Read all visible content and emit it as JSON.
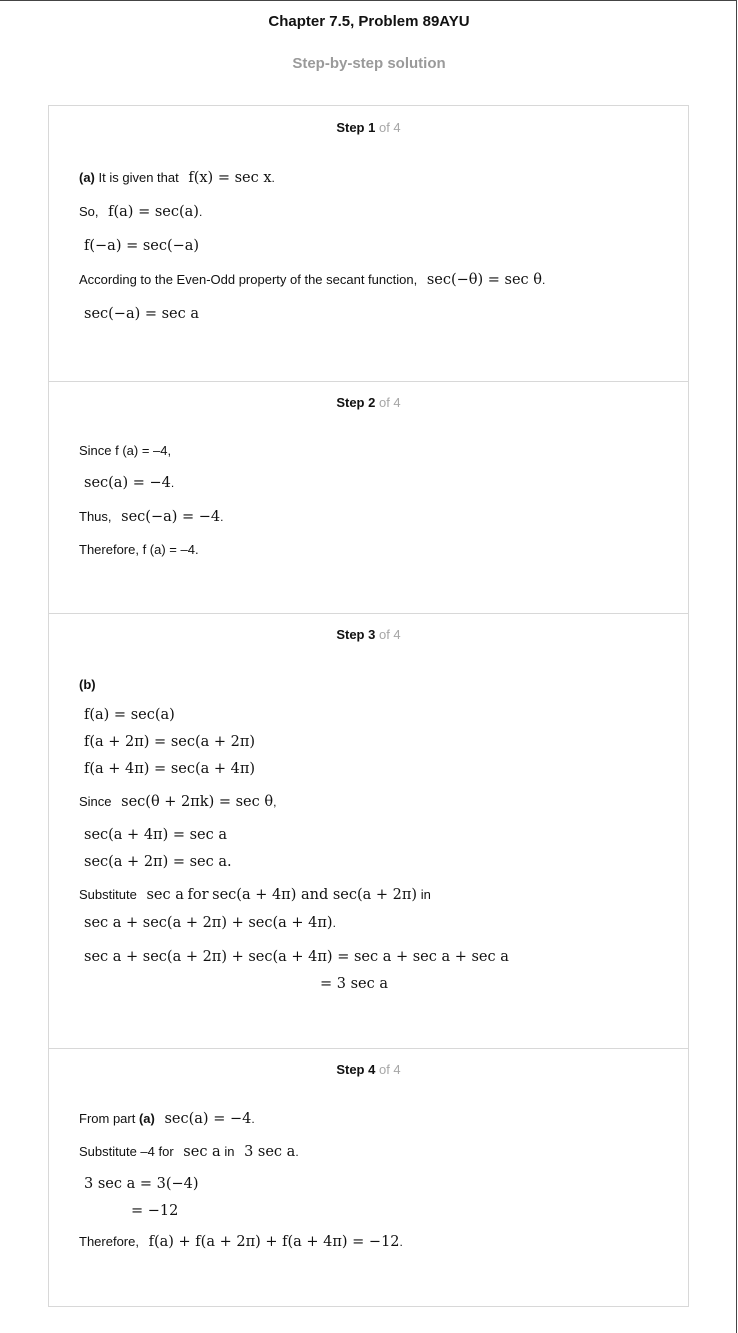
{
  "header": {
    "title": "Chapter 7.5, Problem 89AYU",
    "subtitle": "Step-by-step solution"
  },
  "step_of": "of 4",
  "steps": [
    {
      "label": "Step 1",
      "lines": [
        {
          "prefix_bold": "(a)",
          "text": "It is given that",
          "math": "f(x) = sec x",
          "punct": "."
        },
        {
          "text": "So,",
          "math": "f(a) = sec(a)",
          "punct": "."
        },
        {
          "math": "f(−a) = sec(−a)"
        },
        {
          "text": "According to the Even-Odd property of the secant function,",
          "math": "sec(−θ) = sec θ",
          "punct": "."
        },
        {
          "math": "sec(−a) = sec a"
        }
      ]
    },
    {
      "label": "Step 2",
      "lines": [
        {
          "text": "Since f (a) = –4,"
        },
        {
          "math": "sec(a) = −4",
          "punct": "."
        },
        {
          "text": "Thus,",
          "math": "sec(−a) = −4",
          "punct": "."
        },
        {
          "text": "Therefore, f (a) = –4."
        }
      ]
    },
    {
      "label": "Step 3",
      "lines": [
        {
          "prefix_bold": "(b)"
        },
        {
          "math": "f(a) = sec(a)"
        },
        {
          "math": "f(a + 2π) = sec(a + 2π)"
        },
        {
          "math": "f(a + 4π) = sec(a + 4π)"
        },
        {
          "text": "Since",
          "math": "sec(θ + 2πk) = sec θ",
          "punct": ","
        },
        {
          "math": "sec(a + 4π) = sec a"
        },
        {
          "math": "sec(a + 2π) = sec a."
        },
        {
          "text": "Substitute",
          "math": "sec a",
          "text2": "for",
          "math2": "sec(a + 4π) and sec(a + 2π)",
          "text3": "in"
        },
        {
          "math": "sec a + sec(a + 2π) + sec(a + 4π)",
          "punct": "."
        },
        {
          "math": "sec a + sec(a + 2π) + sec(a + 4π) = sec a + sec a + sec a"
        },
        {
          "math": "= 3 sec a"
        }
      ]
    },
    {
      "label": "Step 4",
      "lines": [
        {
          "text": "From part",
          "text_bold": "(a)",
          "math": "sec(a) = −4",
          "punct": "."
        },
        {
          "text": "Substitute –4 for",
          "math": "sec a",
          "text2": "in",
          "math2": "3 sec a",
          "punct": "."
        },
        {
          "math": "3 sec a = 3(−4)"
        },
        {
          "math": "= −12"
        },
        {
          "text": "Therefore,",
          "math": "f(a) + f(a + 2π) + f(a + 4π) = −12",
          "punct": "."
        }
      ]
    }
  ]
}
